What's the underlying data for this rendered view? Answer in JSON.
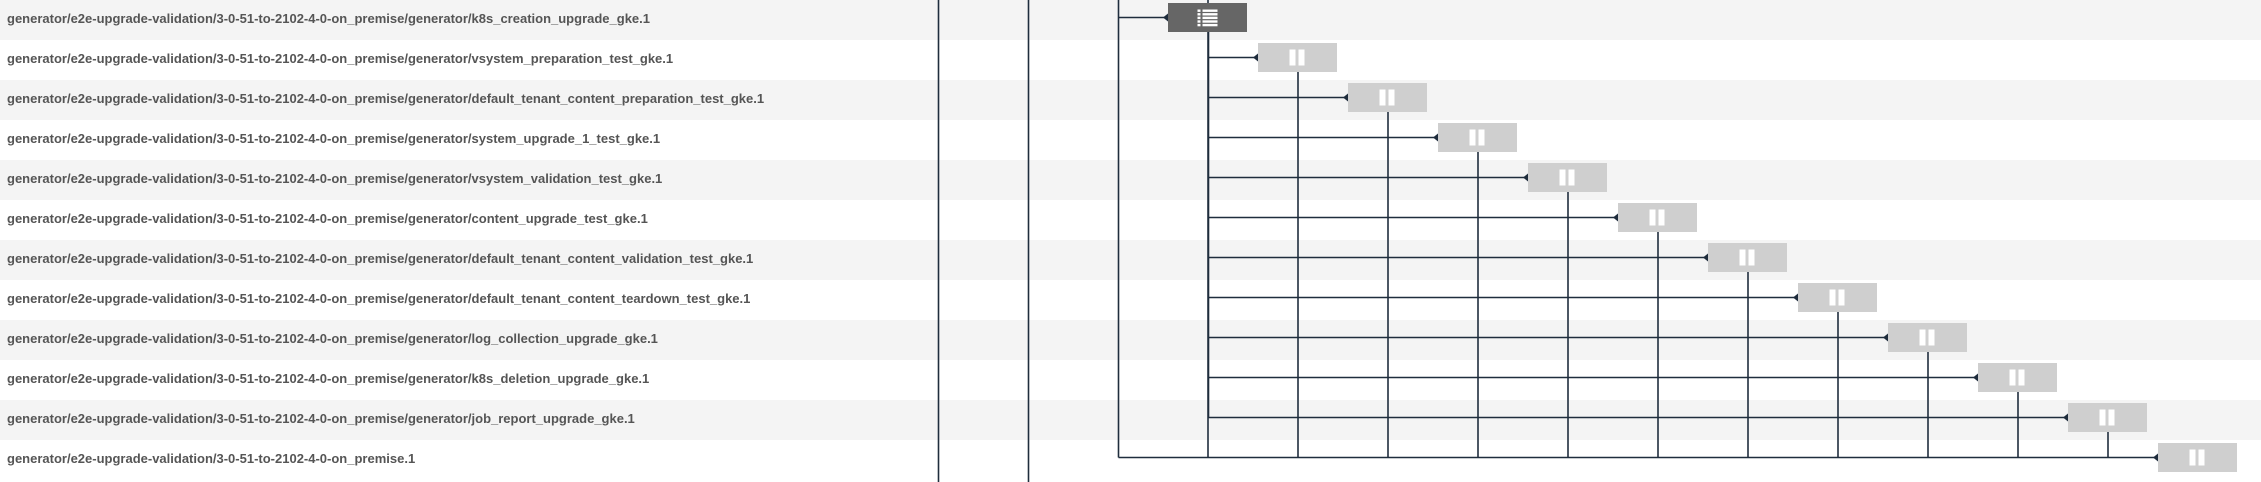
{
  "colors": {
    "line": "#1f2d3d",
    "node_active": "#666666",
    "node_pending": "#cfcfcf",
    "row_odd": "#f4f4f4",
    "row_even": "#ffffff",
    "label_text": "#555555"
  },
  "rows": [
    {
      "label": "generator/e2e-upgrade-validation/3-0-51-to-2102-4-0-on_premise/generator/k8s_creation_upgrade_gke.1",
      "status": "running",
      "icon": "list-icon"
    },
    {
      "label": "generator/e2e-upgrade-validation/3-0-51-to-2102-4-0-on_premise/generator/vsystem_preparation_test_gke.1",
      "status": "paused",
      "icon": "pause-icon"
    },
    {
      "label": "generator/e2e-upgrade-validation/3-0-51-to-2102-4-0-on_premise/generator/default_tenant_content_preparation_test_gke.1",
      "status": "paused",
      "icon": "pause-icon"
    },
    {
      "label": "generator/e2e-upgrade-validation/3-0-51-to-2102-4-0-on_premise/generator/system_upgrade_1_test_gke.1",
      "status": "paused",
      "icon": "pause-icon"
    },
    {
      "label": "generator/e2e-upgrade-validation/3-0-51-to-2102-4-0-on_premise/generator/vsystem_validation_test_gke.1",
      "status": "paused",
      "icon": "pause-icon"
    },
    {
      "label": "generator/e2e-upgrade-validation/3-0-51-to-2102-4-0-on_premise/generator/content_upgrade_test_gke.1",
      "status": "paused",
      "icon": "pause-icon"
    },
    {
      "label": "generator/e2e-upgrade-validation/3-0-51-to-2102-4-0-on_premise/generator/default_tenant_content_validation_test_gke.1",
      "status": "paused",
      "icon": "pause-icon"
    },
    {
      "label": "generator/e2e-upgrade-validation/3-0-51-to-2102-4-0-on_premise/generator/default_tenant_content_teardown_test_gke.1",
      "status": "paused",
      "icon": "pause-icon"
    },
    {
      "label": "generator/e2e-upgrade-validation/3-0-51-to-2102-4-0-on_premise/generator/log_collection_upgrade_gke.1",
      "status": "paused",
      "icon": "pause-icon"
    },
    {
      "label": "generator/e2e-upgrade-validation/3-0-51-to-2102-4-0-on_premise/generator/k8s_deletion_upgrade_gke.1",
      "status": "paused",
      "icon": "pause-icon"
    },
    {
      "label": "generator/e2e-upgrade-validation/3-0-51-to-2102-4-0-on_premise/generator/job_report_upgrade_gke.1",
      "status": "paused",
      "icon": "pause-icon"
    },
    {
      "label": "generator/e2e-upgrade-validation/3-0-51-to-2102-4-0-on_premise.1",
      "status": "paused",
      "icon": "pause-icon"
    }
  ]
}
